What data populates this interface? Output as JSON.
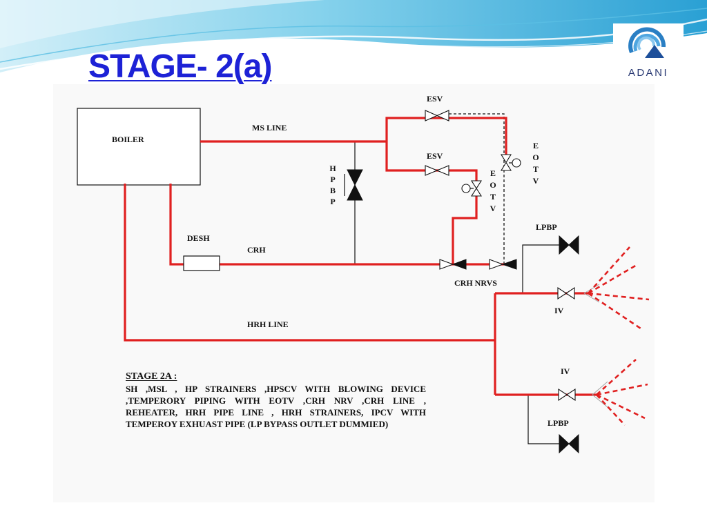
{
  "slide": {
    "title": "STAGE- 2(a)",
    "logo_text": "ADANI"
  },
  "colors": {
    "title": "#1d22d6",
    "active_pipe": "#e02020",
    "inactive_pipe": "#111111",
    "header_wave": "#2aa0d4",
    "logo_text": "#2b3b74"
  },
  "diagram": {
    "boiler": "BOILER",
    "ms_line": "MS LINE",
    "esv_top": "ESV",
    "esv_middle": "ESV",
    "hpbp": "HPBP",
    "eotv_right": "EOTV",
    "eotv_middle": "EOTV",
    "desh": "DESH",
    "crh": "CRH",
    "crh_nrvs": "CRH NRVS",
    "lpbp_top": "LPBP",
    "iv_top": "IV",
    "hrh_line": "HRH LINE",
    "iv_bottom": "IV",
    "lpbp_bottom": "LPBP"
  },
  "notes": {
    "heading": "STAGE 2A :",
    "lines": [
      "SH ,MSL   , HP  STRAINERS ,HPSCV WITH BLOWING DEVICE",
      ",TEMPERORY  PIPING   WITH  EOTV  ,CRH  NRV  ,CRH  LINE  ,",
      "REHEATER,  HRH  PIPE  LINE  ,  HRH  STRAINERS,  IPCV  WITH",
      "TEMPEROY EXHUAST  PIPE (LP BYPASS OUTLET DUMMIED)"
    ]
  }
}
